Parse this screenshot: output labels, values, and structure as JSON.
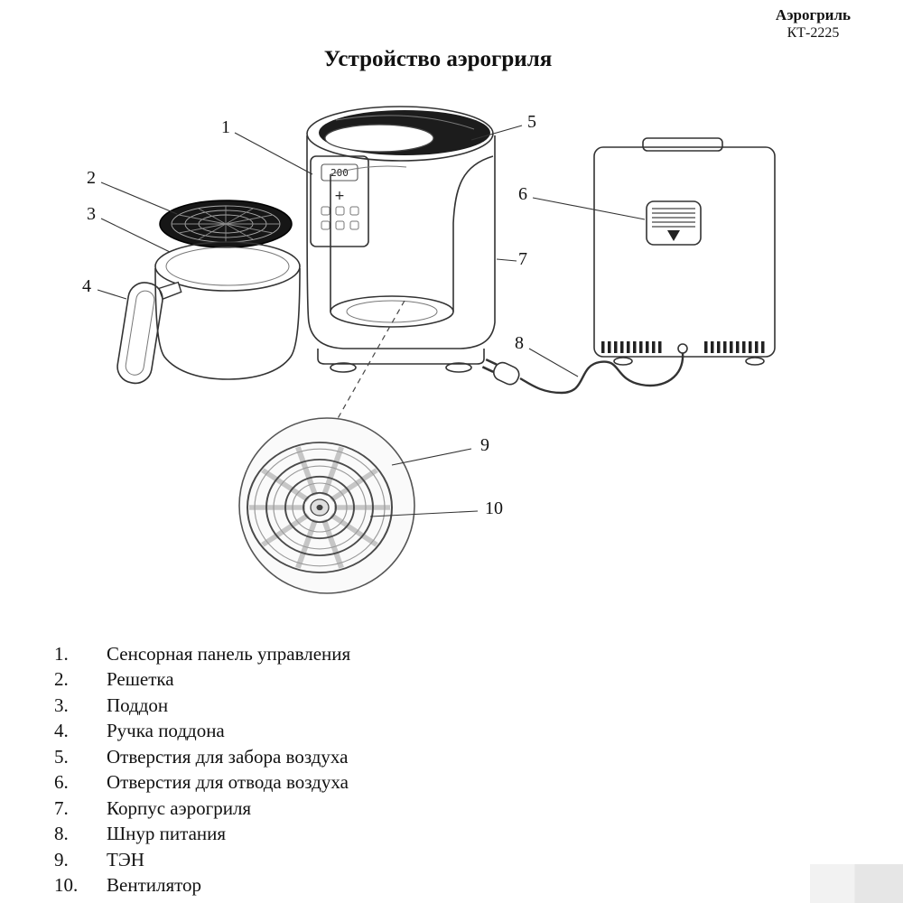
{
  "header": {
    "brand": "Аэрогриль",
    "model": "КТ-2225"
  },
  "title": "Устройство аэрогриля",
  "panel": {
    "display": "200",
    "plus": "+"
  },
  "callouts": [
    "1",
    "2",
    "3",
    "4",
    "5",
    "6",
    "7",
    "8",
    "9",
    "10"
  ],
  "legend": [
    {
      "n": "1.",
      "label": "Сенсорная панель управления"
    },
    {
      "n": "2.",
      "label": "Решетка"
    },
    {
      "n": "3.",
      "label": "Поддон"
    },
    {
      "n": "4.",
      "label": "Ручка поддона"
    },
    {
      "n": "5.",
      "label": "Отверстия для забора воздуха"
    },
    {
      "n": "6.",
      "label": "Отверстия для отвода воздуха"
    },
    {
      "n": "7.",
      "label": "Корпус аэрогриля"
    },
    {
      "n": "8.",
      "label": "Шнур питания"
    },
    {
      "n": "9.",
      "label": "ТЭН"
    },
    {
      "n": "10.",
      "label": "Вентилятор"
    }
  ]
}
